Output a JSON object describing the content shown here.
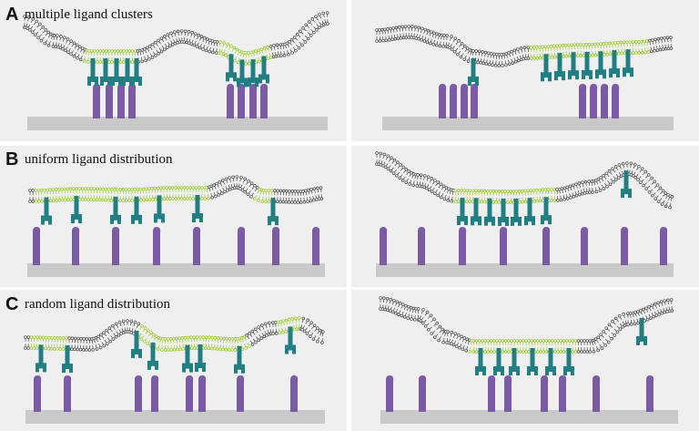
{
  "colors": {
    "panel_bg": "#efefef",
    "substrate": "#c9c9c9",
    "ligand": "#7b5aa6",
    "receptor": "#217f83",
    "membrane_head": "#555555",
    "membrane_tail": "#444444",
    "raft_lipid": "#9acd32"
  },
  "icons": {
    "membrane": "lipid-bilayer-icon",
    "receptor": "receptor-icon",
    "ligand": "ligand-icon",
    "substrate": "substrate-icon"
  },
  "rows": [
    {
      "label": "A",
      "title": "multiple ligand clusters"
    },
    {
      "label": "B",
      "title": "uniform ligand distribution"
    },
    {
      "label": "C",
      "title": "random ligand distribution"
    }
  ]
}
